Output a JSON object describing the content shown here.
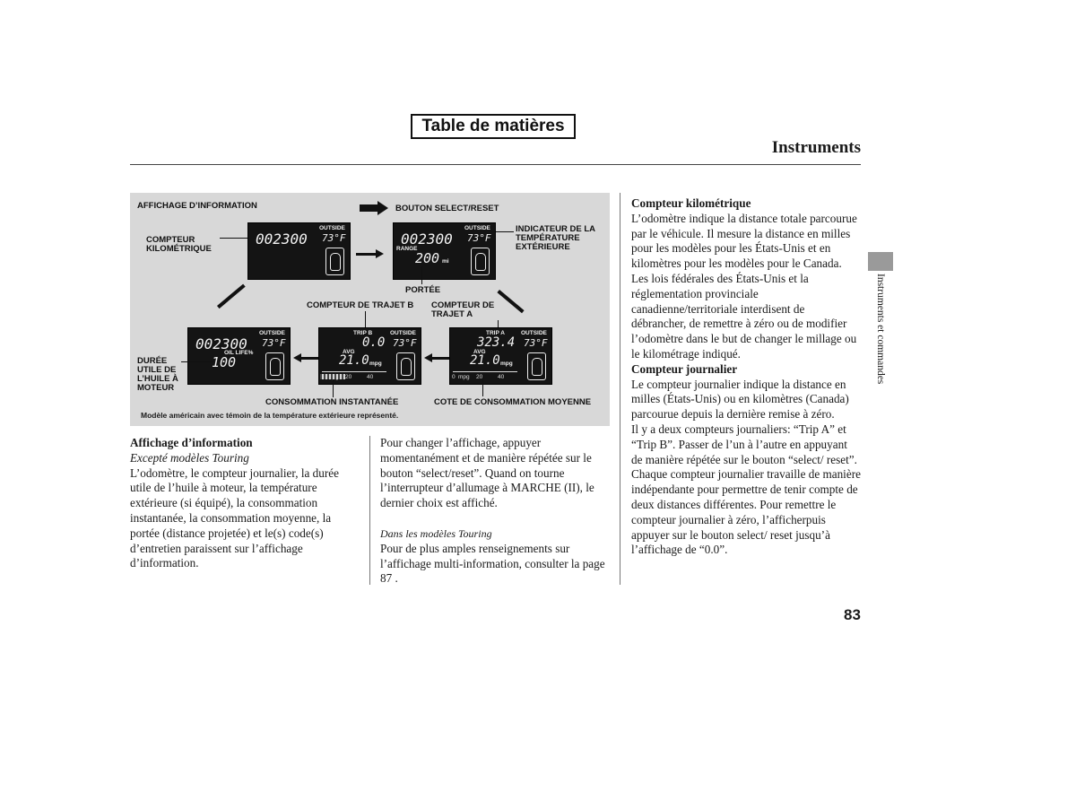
{
  "header": {
    "toc_label": "Table de matières",
    "section_title": "Instruments",
    "side_tab_text": "Instruments et commandes",
    "page_number": "83"
  },
  "figure": {
    "labels": {
      "info_display": "AFFICHAGE D’INFORMATION",
      "select_reset": "BOUTON SELECT/RESET",
      "odometer_line1": "COMPTEUR",
      "odometer_line2": "KILOMÉTRIQUE",
      "outside_temp_line1": "INDICATEUR DE LA",
      "outside_temp_line2": "TEMPÉRATURE",
      "outside_temp_line3": "EXTÉRIEURE",
      "range": "PORTÉE",
      "trip_b": "COMPTEUR DE TRAJET B",
      "trip_a_line1": "COMPTEUR DE",
      "trip_a_line2": "TRAJET A",
      "oil_line1": "DURÉE",
      "oil_line2": "UTILE DE",
      "oil_line3": "L’HUILE À",
      "oil_line4": "MOTEUR",
      "instant": "CONSOMMATION INSTANTANÉE",
      "average": "COTE DE CONSOMMATION MOYENNE",
      "caption": "Modèle américain avec témoin de la température extérieure représenté."
    },
    "displays": {
      "outside": "OUTSIDE",
      "temp": "73°F",
      "odo_value": "002300",
      "range_label": "RANGE",
      "range_value": "200",
      "range_unit": "mi",
      "trip_a_label": "TRIP A",
      "trip_a_value": "323.4",
      "trip_b_label": "TRIP  B",
      "trip_b_value": "0.0",
      "avg_label": "AVG",
      "mpg_value": "21.0",
      "mpg_unit": "mpg",
      "scale_0": "0",
      "scale_mpg": "mpg",
      "scale_20": "20",
      "scale_40": "40",
      "oil_label": "OIL LIFE%",
      "oil_value": "100"
    }
  },
  "col1": {
    "heading": "Affichage d’information",
    "subheading": "Excepté modèles Touring",
    "body": "L’odomètre, le compteur journalier, la durée utile de l’huile à moteur, la température extérieure (si équipé), la consommation instantanée, la consommation moyenne, la portée (distance projetée) et le(s) code(s) d’entretien paraissent sur l’affichage d’information."
  },
  "col2": {
    "body1": "Pour changer l’affichage, appuyer momentanément et de manière répétée sur le bouton “select/reset”. Quand on tourne l’interrupteur d’allumage à MARCHE (II), le dernier choix est affiché.",
    "subheading": "Dans les modèles Touring",
    "body2": "Pour de plus amples renseignements sur l’affichage multi-information, consulter la page 87 ."
  },
  "col3": {
    "heading1": "Compteur kilométrique",
    "body1": "L’odomètre indique la distance totale parcourue par le véhicule. Il mesure la distance en milles pour les modèles pour les États-Unis et en kilomètres pour les modèles pour le Canada. Les lois fédérales des États-Unis et la réglementation provinciale canadienne/territoriale interdisent de débrancher, de remettre à zéro ou de modifier l’odomètre dans le but de changer le millage ou le kilométrage indiqué.",
    "heading2": "Compteur journalier",
    "body2": "Le compteur journalier indique la distance en milles (États-Unis) ou en kilomètres (Canada) parcourue depuis la dernière remise à zéro.",
    "body3": "Il y a deux compteurs journaliers: “Trip A” et “Trip B”. Passer de l’un à l’autre en appuyant de manière répétée sur le bouton “select/ reset”.",
    "body4": "Chaque compteur journalier travaille de manière indépendante pour permettre de tenir compte de deux distances différentes. Pour remettre le compteur journalier à zéro, l’afficherpuis appuyer sur le bouton select/ reset jusqu’à l’affichage de “0.0”."
  }
}
